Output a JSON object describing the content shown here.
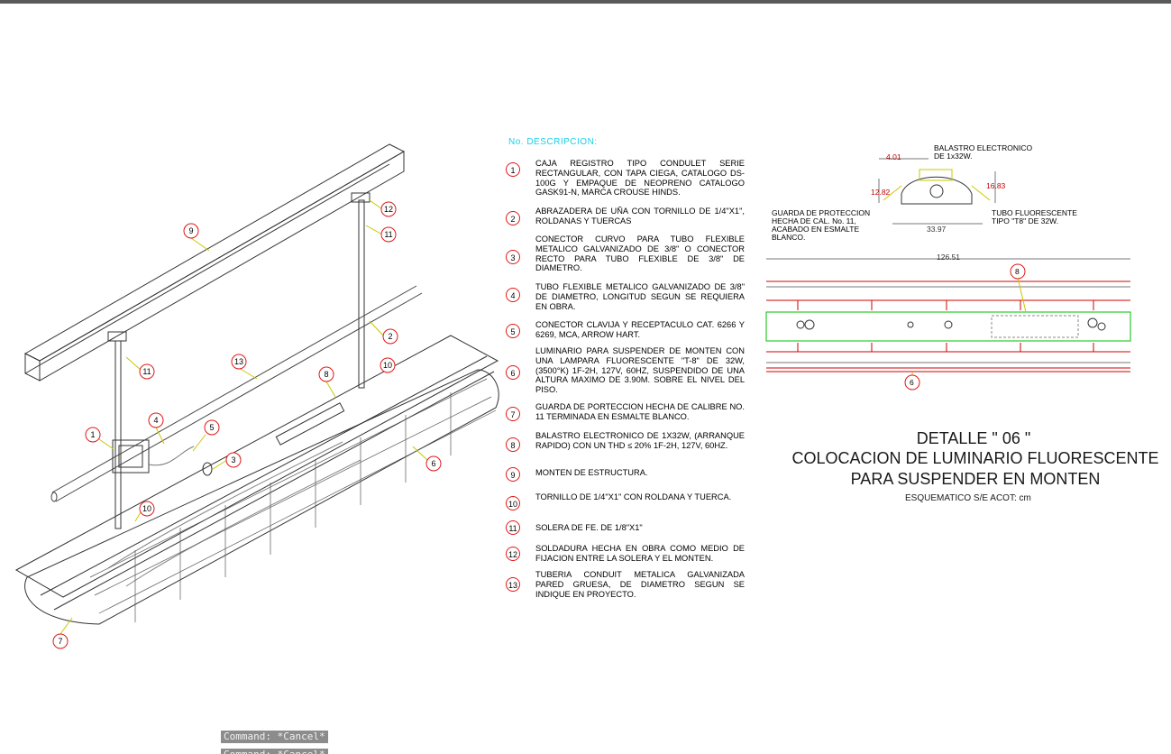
{
  "legend": {
    "header": "No.  DESCRIPCION:",
    "items": [
      {
        "num": "1",
        "text": "CAJA REGISTRO TIPO CONDULET SERIE RECTANGULAR, CON TAPA CIEGA, CATALOGO DS-100G Y EMPAQUE DE NEOPRENO CATALOGO GASK91-N, MARCA CROUSE HINDS."
      },
      {
        "num": "2",
        "text": "ABRAZADERA DE UÑA CON TORNILLO DE 1/4\"x1\", ROLDANAS Y TUERCAS"
      },
      {
        "num": "3",
        "text": "CONECTOR CURVO PARA TUBO FLEXIBLE METALICO GALVANIZADO DE 3/8\" o CONECTOR RECTO PARA TUBO FLEXIBLE DE 3/8\" DE DIAMETRO."
      },
      {
        "num": "4",
        "text": "TUBO FLEXIBLE METALICO GALVANIZADO DE 3/8\" DE DIAMETRO, LONGITUD SEGUN SE REQUIERA EN OBRA."
      },
      {
        "num": "5",
        "text": "CONECTOR CLAVIJA Y RECEPTACULO CAT. 6266 y 6269, MCA, ARROW HART."
      },
      {
        "num": "6",
        "text": "LUMINARIO PARA SUSPENDER DE MONTEN CON UNA LAMPARA FLUORESCENTE \"T-8\" DE 32W, (3500°K) 1F-2H, 127V, 60Hz, SUSPENDIDO DE UNA ALTURA MAXIMO DE 3.90m. SOBRE EL NIVEL DEL PISO."
      },
      {
        "num": "7",
        "text": "GUARDA DE PORTECCION HECHA DE CALIBRE No. 11 TERMINADA EN ESMALTE BLANCO."
      },
      {
        "num": "8",
        "text": "BALASTRO ELECTRONICO DE 1x32W, (ARRANQUE RAPIDO) CON UN THD ≤ 20% 1F-2H, 127V, 60Hz."
      },
      {
        "num": "9",
        "text": "MONTEN DE ESTRUCTURA."
      },
      {
        "num": "10",
        "text": "TORNILLO DE 1/4\"x1\" CON ROLDANA Y TUERCA."
      },
      {
        "num": "11",
        "text": "SOLERA DE Fe. DE 1/8\"x1\""
      },
      {
        "num": "12",
        "text": "SOLDADURA HECHA EN OBRA COMO MEDIO DE FIJACION ENTRE LA SOLERA Y EL MONTEN."
      },
      {
        "num": "13",
        "text": "TUBERIA CONDUIT METALICA GALVANIZADA PARED GRUESA, DE DIAMETRO SEGUN SE INDIQUE EN PROYECTO."
      }
    ]
  },
  "title": {
    "line1": "DETALLE \" 06 \"",
    "line2": "COLOCACION DE LUMINARIO FLUORESCENTE",
    "line3": "PARA SUSPENDER EN MONTEN",
    "sub": "ESQUEMATICO S/E     ACOT: cm"
  },
  "section": {
    "balastro_label": "BALASTRO ELECTRONICO DE 1x32W.",
    "guarda_label": "GUARDA DE PROTECCION HECHA DE CAL. No. 11, ACABADO EN ESMALTE BLANCO.",
    "tubo_label": "TUBO FLUORESCENTE TIPO \"T8\" DE 32W.",
    "dim_top": "4.01",
    "dim_left": "12.82",
    "dim_right": "16.83",
    "dim_bottom": "33.97",
    "dim_length": "126.51",
    "callout_8": "8",
    "callout_6": "6"
  },
  "iso_callouts": [
    "1",
    "2",
    "3",
    "4",
    "5",
    "6",
    "7",
    "8",
    "9",
    "10",
    "10",
    "11",
    "11",
    "12",
    "13"
  ],
  "command_lines": [
    "Command: *Cancel*",
    "Command: *Cancel*"
  ],
  "colors": {
    "callout": "#e01818",
    "header": "#1ad0e8",
    "plan_green": "#00c000",
    "plan_red": "#d00000"
  }
}
